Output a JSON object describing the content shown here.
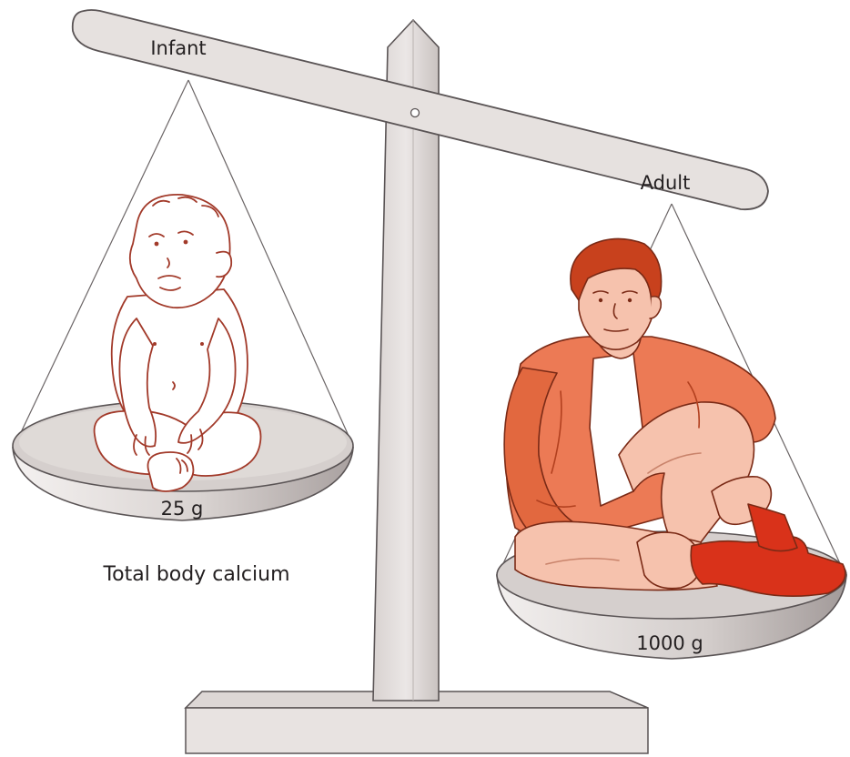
{
  "labels": {
    "infant": "Infant",
    "adult": "Adult",
    "infant_mass": "25 g",
    "adult_mass": "1000 g",
    "caption": "Total body calcium"
  },
  "colors": {
    "metal_fill": "#e6e1df",
    "metal_shade": "#bdb6b3",
    "outline": "#5a5455",
    "infant_line": "#a23a2a",
    "infant_skin": "#ffffff",
    "adult_jacket": "#ec7a55",
    "adult_jacket_dark": "#d65a36",
    "adult_pants": "#f6c2ad",
    "adult_hair": "#c8411d",
    "adult_shoes": "#d9321a",
    "adult_shirt": "#ffffff"
  },
  "icons": [
    "infant-figure",
    "adult-figure",
    "balance-scale"
  ]
}
